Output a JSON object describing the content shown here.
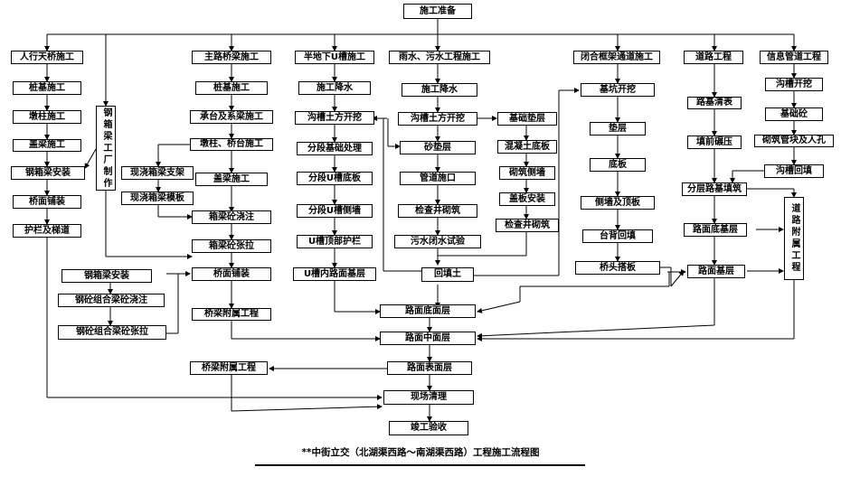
{
  "nodes": {
    "start": "施工准备",
    "col1_h": "人行天桥施工",
    "col1_1": "桩基施工",
    "col1_2": "墩柱施工",
    "col1_3": "盖梁施工",
    "col1_4": "钢箱梁安装",
    "col1_5": "桥面铺装",
    "col1_6": "护栏及梯道",
    "factory": "钢箱梁工厂制作",
    "col2_h": "主路桥梁施工",
    "col2_1": "桩基施工",
    "col2_2": "承台及系梁施工",
    "col2_3": "墩柱、桥台施工",
    "col2_4": "盖梁施工",
    "col2_5": "箱梁砼浇注",
    "col2_6": "箱梁砼张拉",
    "col2_7": "桥面铺装",
    "col2_8": "桥梁附属工程",
    "cast_1": "现浇箱梁支架",
    "cast_2": "现浇箱梁模板",
    "steel_1": "钢箱梁安装",
    "steel_2": "钢砼组合梁砼浇注",
    "steel_3": "钢砼组合梁砼张拉",
    "col3_h": "半地下U槽施工",
    "col3_1": "施工降水",
    "col3_2": "沟槽土方开挖",
    "col3_3": "分段基础处理",
    "col3_4": "分段U槽底板",
    "col3_5": "分段U槽侧墙",
    "col3_6": "U槽顶部护栏",
    "col3_7": "U槽内路面基层",
    "col4_h": "雨水、污水工程施工",
    "col4_1": "施工降水",
    "col4_2": "沟槽土方开挖",
    "col4_3": "砂垫层",
    "col4_4": "管道施口",
    "col4_5": "检查井砌筑",
    "col4_6": "污水闭水试验",
    "col4_7": "回填土",
    "col4b_1": "基础垫层",
    "col4b_2": "混凝土底板",
    "col4b_3": "砌筑侧墙",
    "col4b_4": "盖板安装",
    "col4b_5": "检查井砌筑",
    "col5_h": "闭合框架通道施工",
    "col5_1": "基坑开挖",
    "col5_2": "垫层",
    "col5_3": "底板",
    "col5_4": "侧墙及顶板",
    "col5_5": "台背回填",
    "col5_6": "桥头搭板",
    "col6_h": "道路工程",
    "col6_1": "路基清表",
    "col6_2": "填前碾压",
    "col6_3": "分层路基填筑",
    "col6_4": "路面底基层",
    "col6_5": "路面基层",
    "col7_h": "信息管道工程",
    "col7_1": "沟槽开挖",
    "col7_2": "基础砼",
    "col7_3": "砌筑管块及人孔",
    "col7_4": "沟槽回填",
    "road_attach": "道路附属工程",
    "b_1": "路面底面层",
    "b_2": "路面中面层",
    "b_3": "路面表面层",
    "b_attach": "桥梁附属工程",
    "b_4": "现场清理",
    "b_5": "竣工验收"
  },
  "caption": "**中街立交（北湖渠西路～南湖渠西路）工程施工流程图"
}
